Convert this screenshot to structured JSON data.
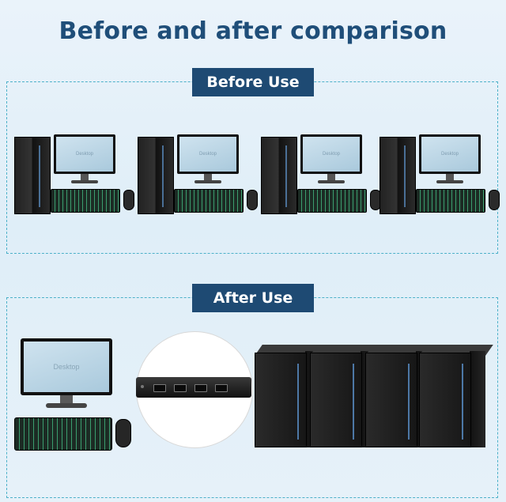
{
  "title": "Before and after comparison",
  "sections": {
    "before": {
      "label": "Before Use"
    },
    "after": {
      "label": "After Use"
    }
  },
  "screen_text": "Desktop",
  "colors": {
    "title": "#1f4e79",
    "tag_bg": "#1e4a73",
    "dashed_border": "#4db1c9"
  }
}
